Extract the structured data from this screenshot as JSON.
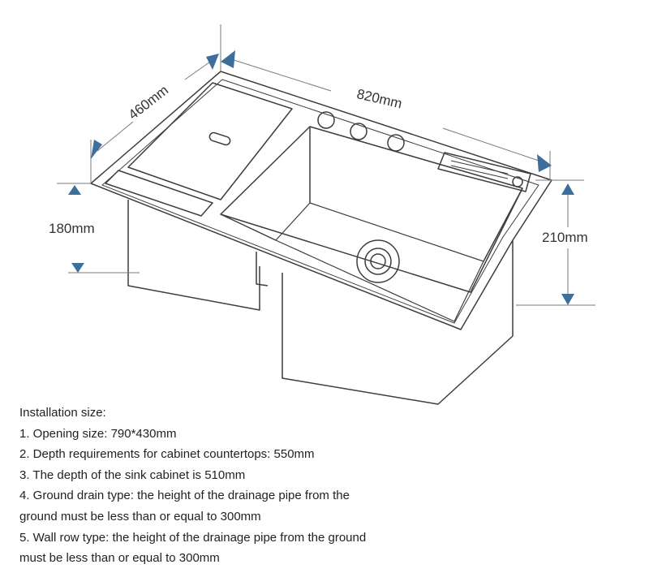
{
  "dimensions": {
    "width": "820mm",
    "depth": "460mm",
    "left_height": "180mm",
    "right_height": "210mm"
  },
  "colors": {
    "outline": "#3d3d3d",
    "dimension": "#7a7a7a",
    "arrow": "#3e6e9c"
  },
  "installation": {
    "heading": "Installation size:",
    "lines": [
      "1. Opening size: 790*430mm",
      "2. Depth requirements for cabinet countertops: 550mm",
      "3. The depth of the sink cabinet is 510mm",
      "4. Ground drain type: the height of the drainage pipe from the",
      "ground must be less than or equal to 300mm",
      "5. Wall row type: the height of the drainage pipe from the ground",
      "must be less than or equal to 300mm"
    ]
  }
}
